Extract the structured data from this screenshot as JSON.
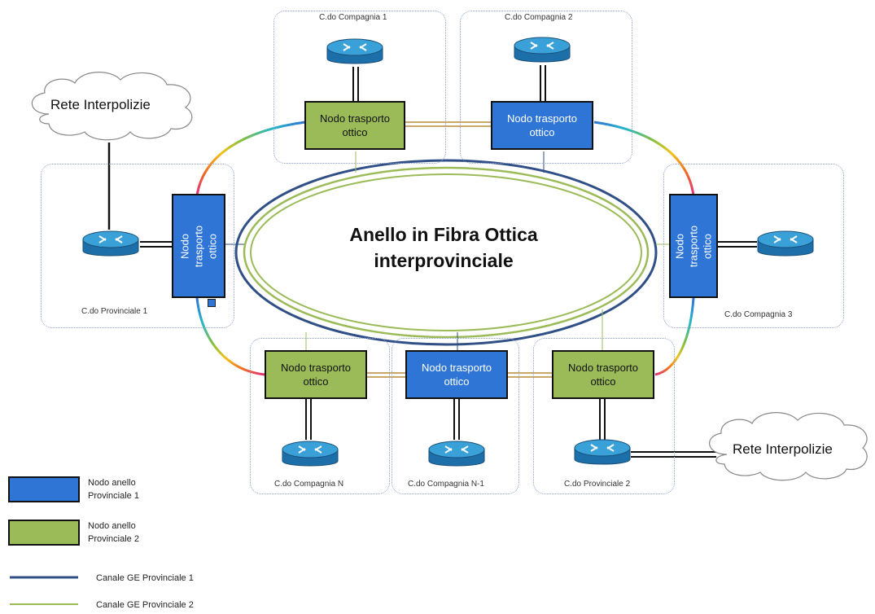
{
  "ring": {
    "title_line1": "Anello in Fibra Ottica",
    "title_line2": "interprovinciale"
  },
  "sites": {
    "compagnia1": "C.do Compagnia 1",
    "compagnia2": "C.do Compagnia 2",
    "compagnia3": "C.do Compagnia 3",
    "provinciale1": "C.do Provinciale 1",
    "provinciale2": "C.do Provinciale 2",
    "compagniaN": "C.do Compagnia N",
    "compagniaN1": "C.do Compagnia N-1"
  },
  "nodes": {
    "label": "Nodo trasporto\nottico"
  },
  "clouds": {
    "left": "Rete Interpolizie",
    "right": "Rete Interpolizie"
  },
  "legend": {
    "node_blue": "Nodo anello\nProvinciale 1",
    "node_green": "Nodo anello\nProvinciale 2",
    "line_blue": "Canale GE Provinciale 1",
    "line_green": "Canale GE Provinciale 2"
  },
  "colors": {
    "blue_node": "#2e75d6",
    "green_node": "#9bbb59",
    "blue_channel": "#2f4f86",
    "green_channel": "#9bbb59",
    "link_tan": "#c9a86a"
  }
}
